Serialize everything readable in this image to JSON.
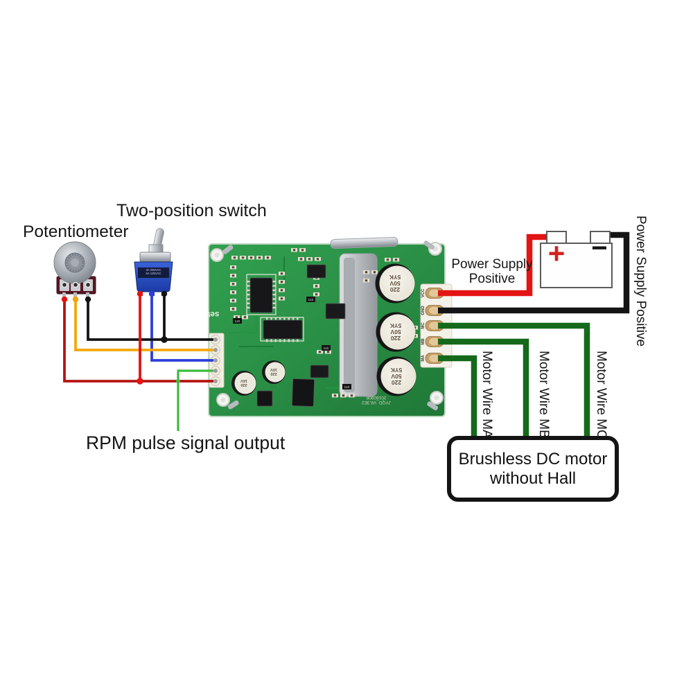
{
  "title_labels": {
    "potentiometer": "Potentiometer",
    "switch": "Two-position switch",
    "rpm_output": "RPM pulse signal output"
  },
  "power": {
    "left_label_line1": "Power Supply",
    "left_label_line2": "Positive",
    "right_label": "Power Supply Positive",
    "battery_plus": "+",
    "battery_minus": "−"
  },
  "motor": {
    "wire_a": "Motor Wire MA",
    "wire_b": "Motor Wire MB",
    "wire_c": "Motor Wire MC",
    "box_line1": "Brushless DC motor",
    "box_line2": "without Hall"
  },
  "board": {
    "set_label": "set",
    "version_line1": "JYQD_V6.3E2",
    "version_line2": "20160908",
    "pins": [
      "VCC",
      "GND",
      "MC",
      "MB",
      "MA"
    ],
    "cap_large": [
      "220",
      "50V",
      "5YK"
    ],
    "cap_small_a": [
      "220",
      "16V"
    ],
    "cap_small_b": [
      "220",
      "10V"
    ],
    "smd_code": "110"
  },
  "switch_component": {
    "band_line1": "3A 250VAC",
    "band_line2": "5A 125VAC"
  },
  "colors": {
    "wire_red": "#e31414",
    "wire_dark_red": "#b51313",
    "wire_yellow": "#f2a70c",
    "wire_blue": "#2b3fd8",
    "wire_black": "#141414",
    "wire_green_signal": "#3cbb3c",
    "wire_green_motor": "#15691a",
    "pcb_green": "#2f9a4b"
  }
}
